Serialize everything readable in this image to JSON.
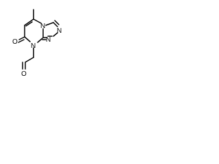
{
  "structure": {
    "atoms": {
      "ring_nitrogen_top": "N",
      "triazole_nitrogen_right": "N",
      "triazole_nitrogen_bottom": "N",
      "ring_nitrogen_bottom": "N",
      "carbonyl_oxygen": "O",
      "aldehyde_oxygen": "O"
    }
  }
}
